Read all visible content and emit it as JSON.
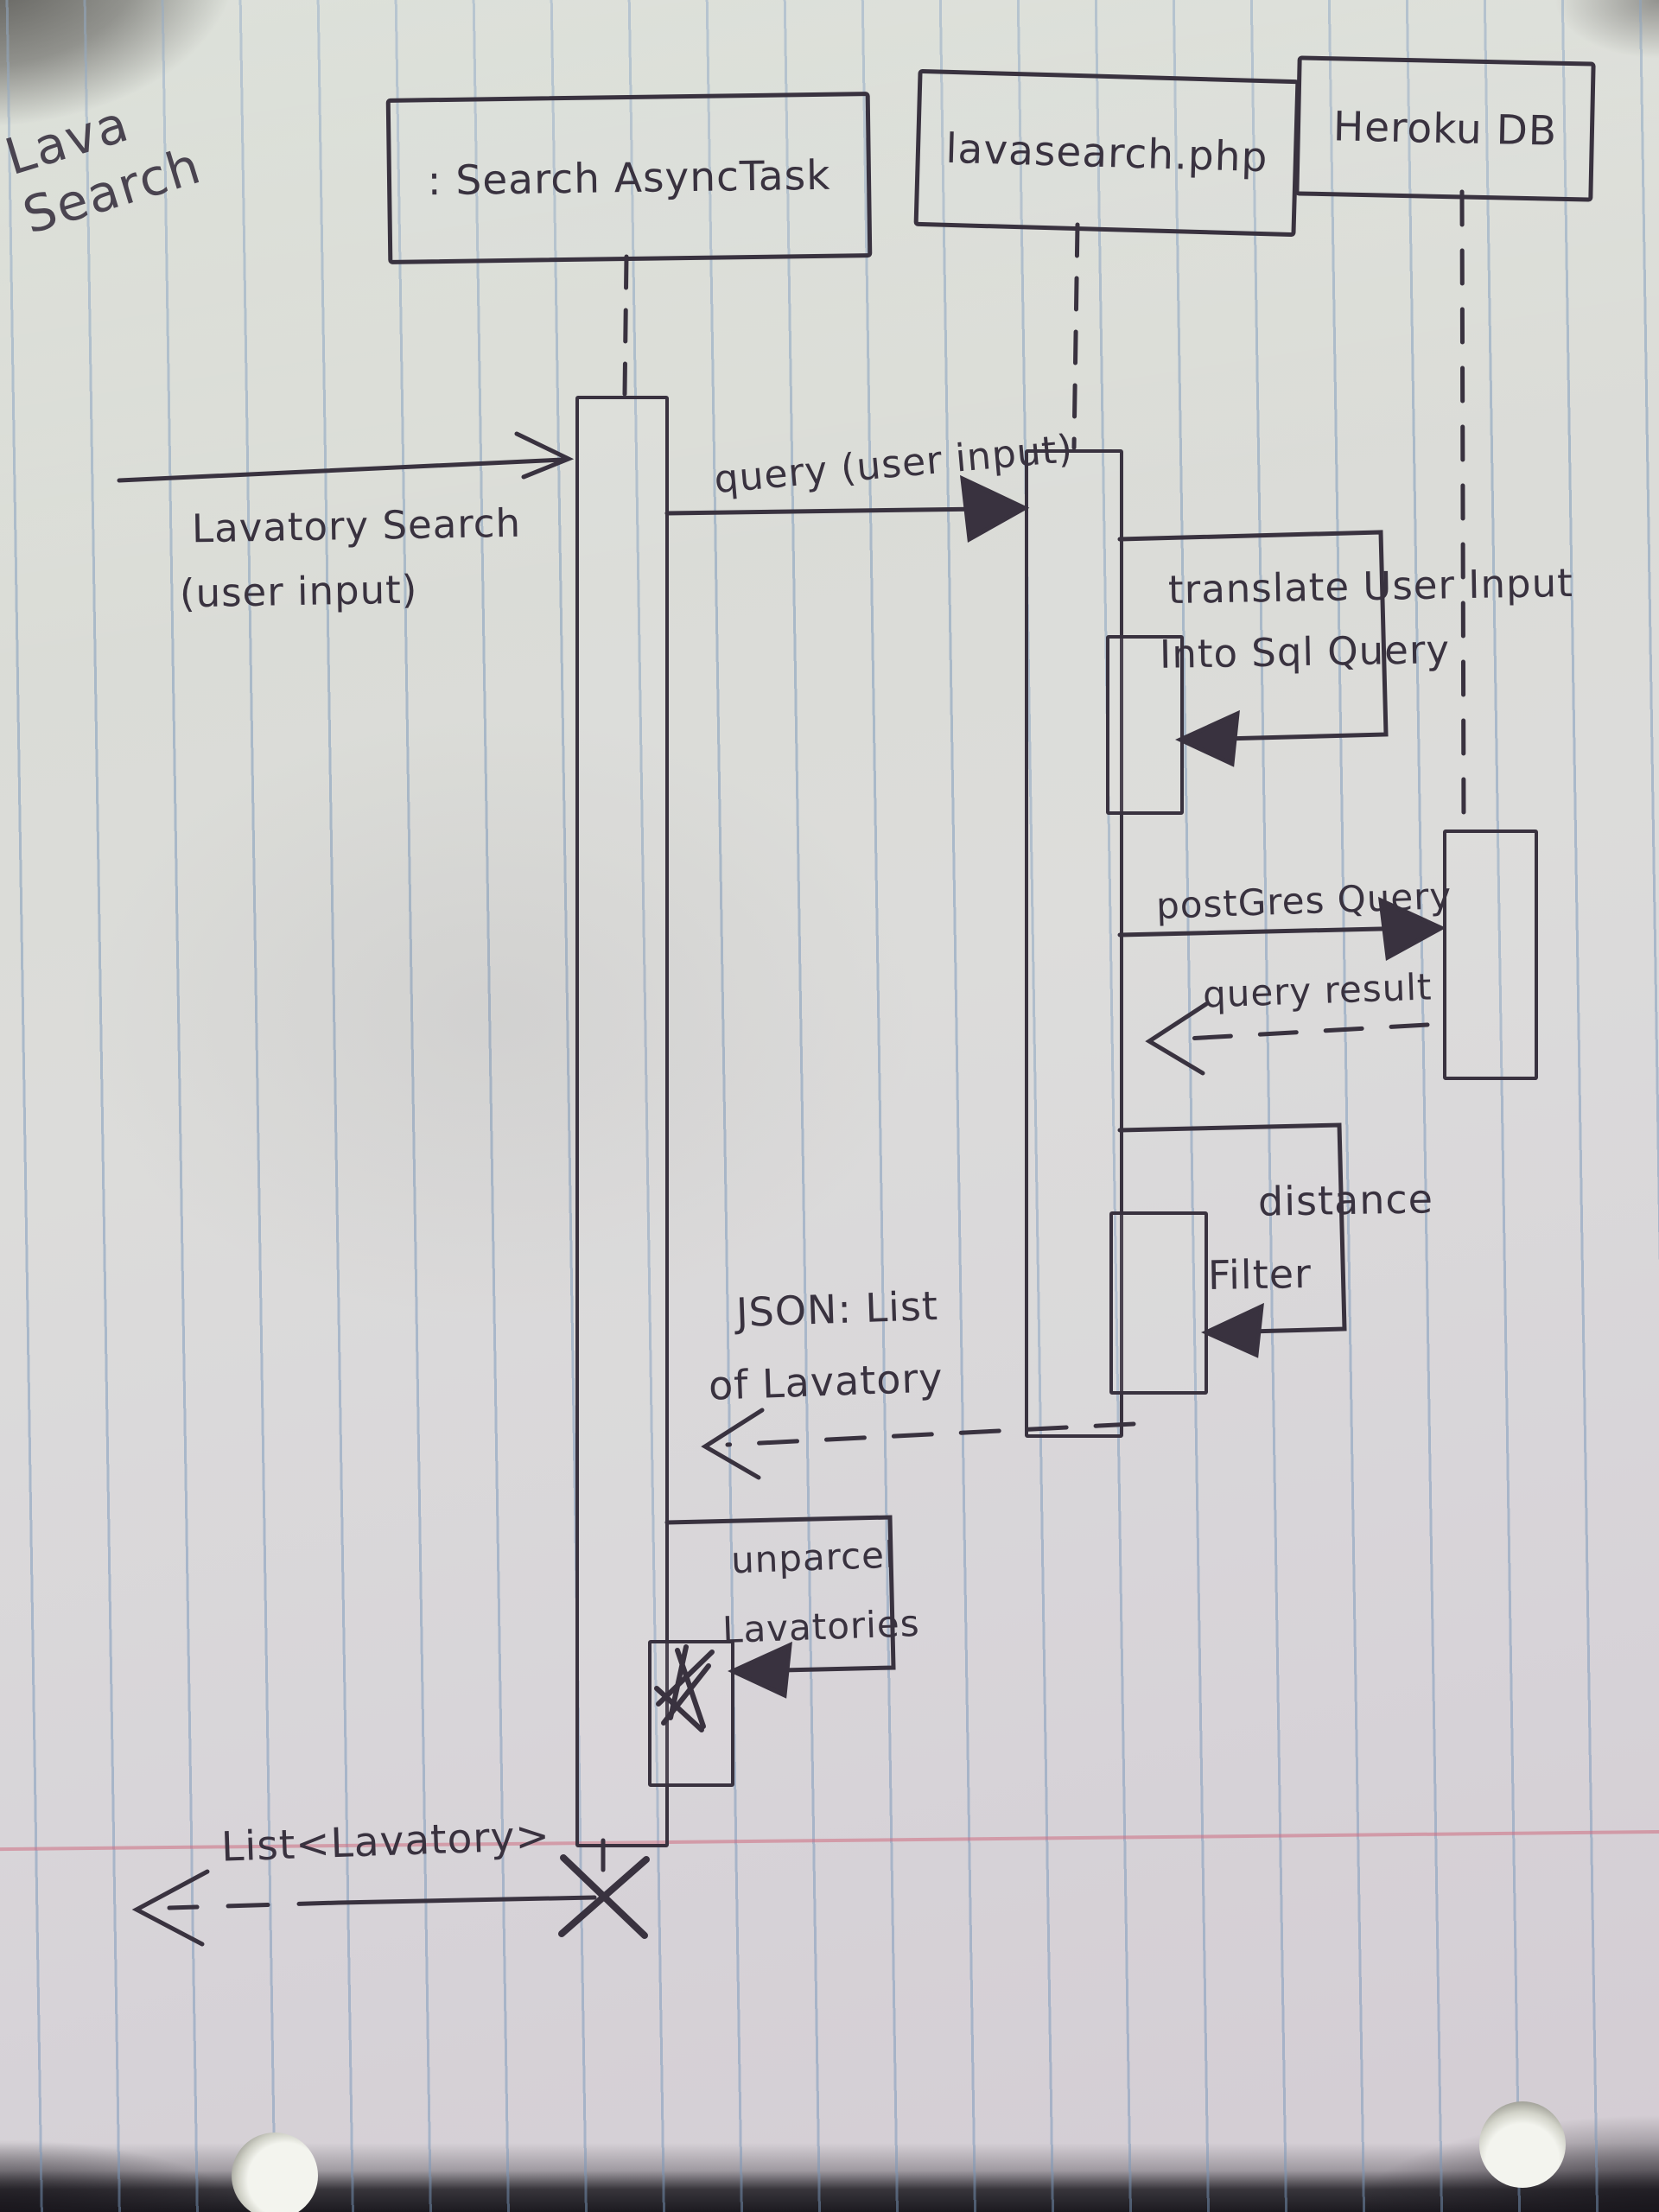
{
  "title": {
    "line1": "Lava",
    "line2": "Search"
  },
  "actors": [
    {
      "label": ": Search AsyncTask"
    },
    {
      "label": "lavasearch.php"
    },
    {
      "label": "Heroku DB"
    }
  ],
  "messages": {
    "lavatory_search": {
      "line1": "Lavatory Search",
      "line2": "(user input)"
    },
    "query": {
      "label": "query (user input)"
    },
    "translate": {
      "line1": "translate User Input",
      "line2": "Into Sql Query"
    },
    "postgres": {
      "label": "postGres Query"
    },
    "query_result": {
      "label": "query result"
    },
    "distance": {
      "line1": "distance",
      "line2": "Filter"
    },
    "json_return": {
      "line1": "JSON: List",
      "line2": "of Lavatory"
    },
    "unparcel": {
      "line1": "unparcel",
      "line2": "Lavatories"
    },
    "final_return": {
      "label": "List<Lavatory>"
    }
  },
  "colors": {
    "ink": "#39323f",
    "paper": "#dadcd6",
    "rule_blue": "#7896b9",
    "margin_red": "#cd6e82"
  }
}
